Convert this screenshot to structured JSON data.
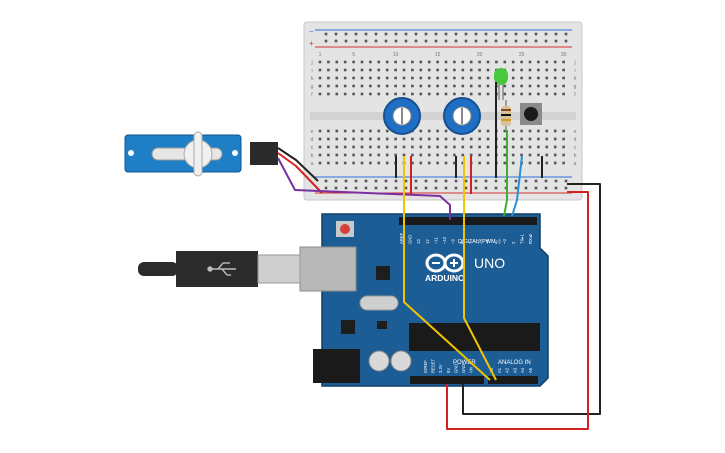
{
  "breadboard": {
    "top_numbers": [
      "1",
      "5",
      "10",
      "15",
      "20",
      "25",
      "30"
    ],
    "row_letters_top": [
      "j",
      "i",
      "h",
      "g",
      "f"
    ],
    "row_letters_bottom": [
      "e",
      "d",
      "c",
      "b",
      "a"
    ],
    "rail_plus": "+",
    "rail_minus": "−"
  },
  "arduino": {
    "brand": "ARDUINO",
    "model": "UNO",
    "digital_label": "DIGITAL (PWM~)",
    "power_label": "POWER",
    "analog_label": "ANALOG IN",
    "digital_pins": [
      "AREF",
      "GND",
      "13",
      "12",
      "~11",
      "~10",
      "~9",
      "8",
      "7",
      "~6",
      "~5",
      "4",
      "~3",
      "2",
      "TX▸1",
      "RX◂0"
    ],
    "power_pins": [
      "IOREF",
      "RESET",
      "3.3V",
      "5V",
      "GND",
      "GND",
      "Vin"
    ],
    "analog_pins": [
      "A0",
      "A1",
      "A2",
      "A3",
      "A4",
      "A5"
    ]
  },
  "colors": {
    "board_blue": "#1c5d96",
    "wire_red": "#d32020",
    "wire_black": "#222222",
    "wire_yellow": "#f2c400",
    "wire_green": "#3fae2f",
    "wire_blue": "#2a8fd8",
    "wire_purple": "#7b2fa0",
    "servo_blue": "#1e7fc6",
    "pot_blue": "#1f6fc4",
    "led_green": "#48c83e"
  }
}
